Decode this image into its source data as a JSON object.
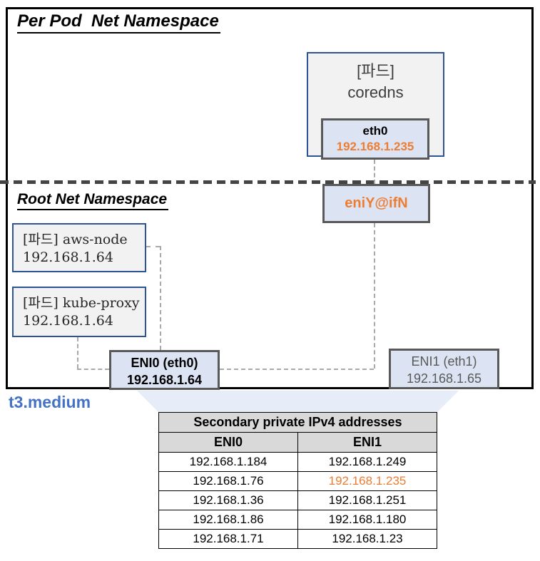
{
  "diagram": {
    "per_pod_namespace": {
      "title": "Per Pod  Net Namespace"
    },
    "root_namespace": {
      "title": "Root Net Namespace"
    },
    "coredns_pod": {
      "line1": "[파드]",
      "line2": "coredns",
      "interface": {
        "name": "eth0",
        "ip": "192.168.1.235"
      }
    },
    "veth": {
      "label": "eniY@ifN"
    },
    "aws_node_pod": {
      "name": "[파드] aws-node",
      "ip": "192.168.1.64"
    },
    "kube_proxy_pod": {
      "name": "[파드] kube-proxy",
      "ip": "192.168.1.64"
    },
    "eni0": {
      "name": "ENI0 (eth0)",
      "ip": "192.168.1.64"
    },
    "eni1": {
      "name": "ENI1 (eth1)",
      "ip": "192.168.1.65"
    },
    "instance_type": "t3.medium"
  },
  "table": {
    "title": "Secondary private IPv4 addresses",
    "columns": [
      "ENI0",
      "ENI1"
    ],
    "rows": [
      [
        "192.168.1.184",
        "192.168.1.249"
      ],
      [
        "192.168.1.76",
        "192.168.1.235"
      ],
      [
        "192.168.1.36",
        "192.168.1.251"
      ],
      [
        "192.168.1.86",
        "192.168.1.180"
      ],
      [
        "192.168.1.71",
        "192.168.1.23"
      ]
    ],
    "highlighted_cell": {
      "row": 2,
      "column": "ENI1",
      "value": "192.168.1.235"
    }
  },
  "colors": {
    "highlight_orange": "#ed7d31",
    "navy_border": "#2f5496",
    "gray_border": "#595959",
    "periwinkle_fill": "#dce3f3",
    "gray_fill": "#f2f2f2",
    "table_header_bg": "#d9d9d9",
    "instance_label_blue": "#4472c4",
    "funnel_blue": "#e6ecf8"
  }
}
